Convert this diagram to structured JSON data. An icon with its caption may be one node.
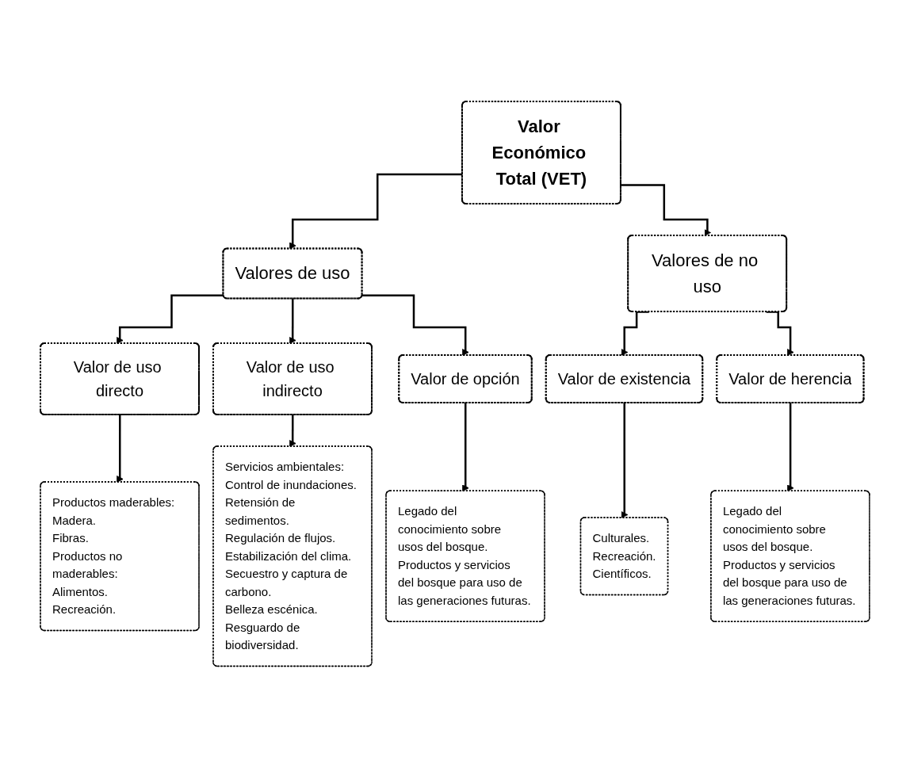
{
  "diagram": {
    "nodes": [
      {
        "text": [
          "Valor Económico Total (VET)"
        ]
      },
      {
        "text": [
          "Valores de uso"
        ]
      },
      {
        "text": [
          "Valores de no uso"
        ]
      },
      {
        "text": [
          "Valor de uso directo"
        ]
      },
      {
        "text": [
          "Valor de uso indirecto"
        ]
      },
      {
        "text": [
          "Valor de opción"
        ]
      },
      {
        "text": [
          "Valor de existencia"
        ]
      },
      {
        "text": [
          "Valor de herencia"
        ]
      },
      {
        "text": [
          "Productos maderables:",
          "Madera.",
          "Fibras.",
          "Productos no maderables:",
          "Alimentos.",
          "Recreación."
        ]
      },
      {
        "text": [
          "Servicios ambientales:",
          "Control de inundaciones.",
          "Retensión de sedimentos.",
          "Regulación de flujos.",
          "Estabilización del clima.",
          "Secuestro y captura de carbono.",
          "Belleza escénica.",
          "Resguardo de biodiversidad."
        ]
      },
      {
        "text": [
          "Legado del conocimiento sobre usos del bosque.",
          "Productos y servicios del bosque para uso de las generaciones futuras."
        ]
      },
      {
        "text": [
          "Culturales.",
          "Recreación.",
          "Científicos."
        ]
      },
      {
        "text": [
          "Legado del conocimiento sobre usos del bosque.",
          "Productos y servicios del bosque para uso de las generaciones futuras."
        ]
      }
    ],
    "edges": [
      {
        "from": 0,
        "to": 1,
        "arrow": "to"
      },
      {
        "from": 0,
        "to": 2,
        "arrow": "to"
      },
      {
        "from": 1,
        "to": 3,
        "arrow": "to"
      },
      {
        "from": 1,
        "to": 4,
        "arrow": "to"
      },
      {
        "from": 1,
        "to": 5,
        "arrow": "to"
      },
      {
        "from": 2,
        "to": 6,
        "arrow": "to"
      },
      {
        "from": 2,
        "to": 7,
        "arrow": "to"
      },
      {
        "from": 3,
        "to": 8,
        "arrow": "to"
      },
      {
        "from": 4,
        "to": 9,
        "arrow": "to"
      },
      {
        "from": 5,
        "to": 10,
        "arrow": "to"
      },
      {
        "from": 6,
        "to": 11,
        "arrow": "to"
      },
      {
        "from": 7,
        "to": 12,
        "arrow": "to"
      }
    ]
  }
}
